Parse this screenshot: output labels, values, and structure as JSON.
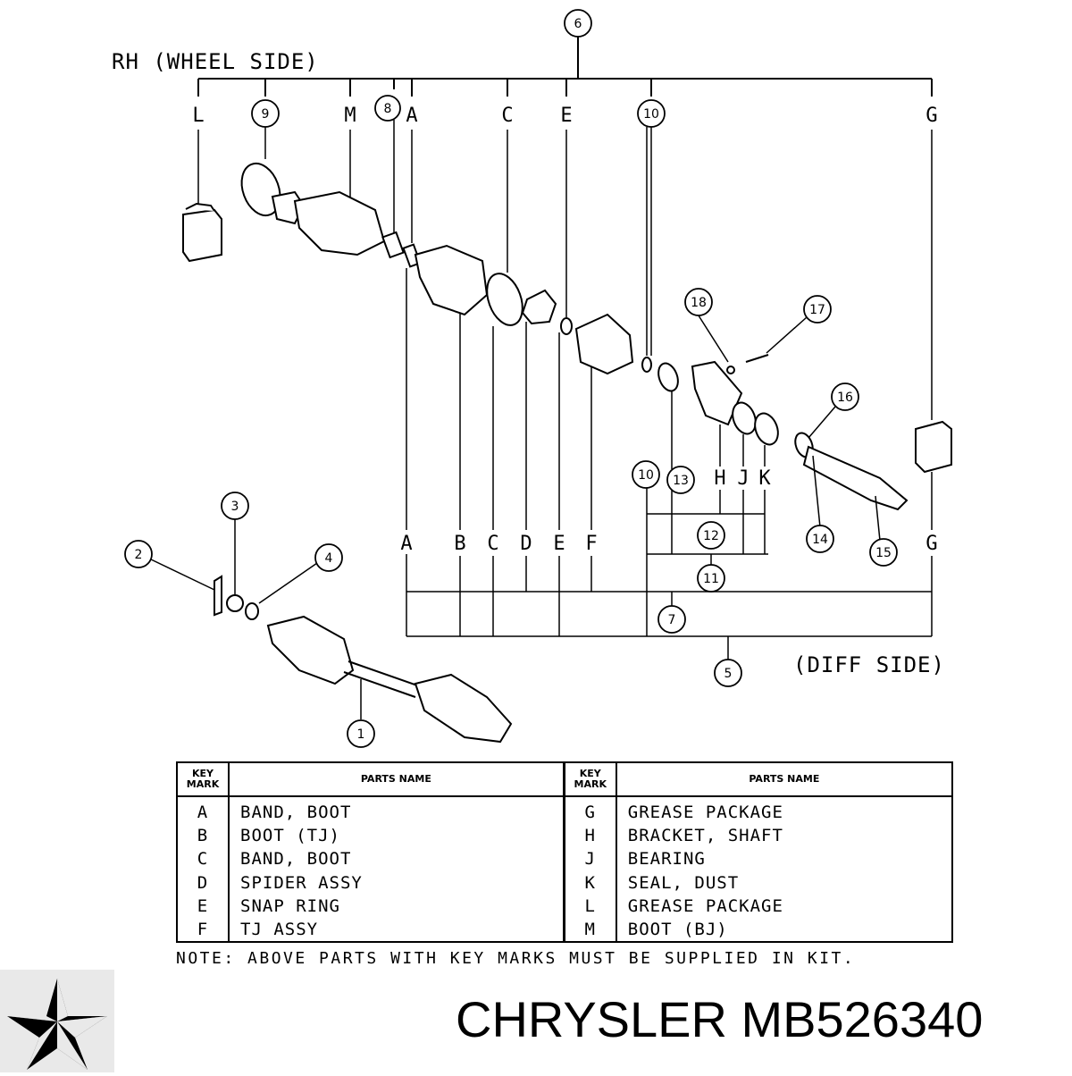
{
  "header": {
    "wheel_side": "RH (WHEEL SIDE)",
    "diff_side": "(DIFF SIDE)"
  },
  "callouts": [
    "1",
    "2",
    "3",
    "4",
    "5",
    "6",
    "7",
    "8",
    "9",
    "10",
    "10",
    "11",
    "12",
    "13",
    "14",
    "15",
    "16",
    "17",
    "18"
  ],
  "key_letters_top": [
    "L",
    "M",
    "A",
    "C",
    "E",
    "G"
  ],
  "key_letters_bottom": [
    "A",
    "B",
    "C",
    "D",
    "E",
    "F",
    "G"
  ],
  "key_letters_hjk": [
    "H",
    "J",
    "K"
  ],
  "table": {
    "headers": {
      "key": "KEY MARK",
      "name": "PARTS NAME"
    },
    "rows": [
      {
        "k1": "A",
        "n1": "BAND, BOOT",
        "k2": "G",
        "n2": "GREASE PACKAGE"
      },
      {
        "k1": "B",
        "n1": "BOOT (TJ)",
        "k2": "H",
        "n2": "BRACKET, SHAFT"
      },
      {
        "k1": "C",
        "n1": "BAND, BOOT",
        "k2": "J",
        "n2": "BEARING"
      },
      {
        "k1": "D",
        "n1": "SPIDER ASSY",
        "k2": "K",
        "n2": "SEAL, DUST"
      },
      {
        "k1": "E",
        "n1": "SNAP RING",
        "k2": "L",
        "n2": "GREASE PACKAGE"
      },
      {
        "k1": "F",
        "n1": "TJ ASSY",
        "k2": "M",
        "n2": "BOOT (BJ)"
      }
    ]
  },
  "note": "NOTE: ABOVE PARTS WITH KEY MARKS MUST BE SUPPLIED IN KIT.",
  "brand": "CHRYSLER MB526340",
  "logo_icon": "pentastar-logo"
}
